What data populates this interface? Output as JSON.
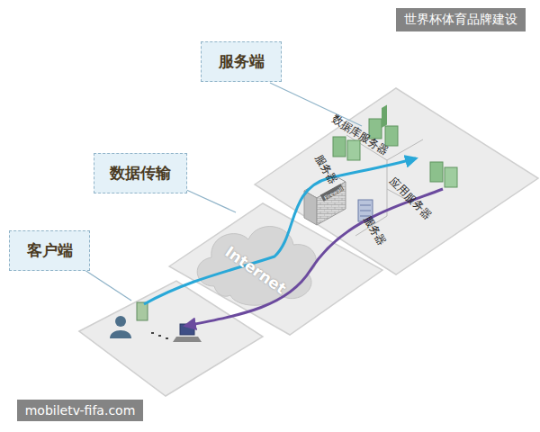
{
  "diagram": {
    "nodes": [
      {
        "text": [
          "服务端"
        ]
      },
      {
        "text": [
          "数据传输"
        ]
      },
      {
        "text": [
          "客户端"
        ]
      },
      {
        "text": [
          "Internet"
        ]
      }
    ],
    "labels": [
      "数据库服务器",
      "服务器",
      "应用服务器",
      "服务器",
      "Firewall",
      "世界杯体育品牌建设",
      "mobiletv-fifa.com"
    ]
  }
}
